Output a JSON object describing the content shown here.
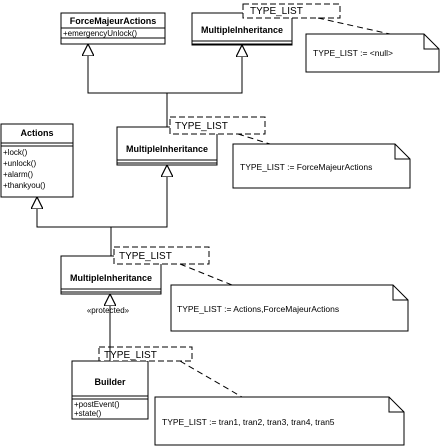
{
  "classes": {
    "force_majeur": {
      "name": "ForceMajeurActions",
      "methods": [
        "+emergencyUnlock()"
      ]
    },
    "mi_top": {
      "name": "MultipleInheritance",
      "template_param": "TYPE_LIST"
    },
    "actions": {
      "name": "Actions",
      "methods": [
        "+lock()",
        "+unlock()",
        "+alarm()",
        "+thankyou()"
      ]
    },
    "mi_mid": {
      "name": "MultipleInheritance",
      "template_param": "TYPE_LIST"
    },
    "mi_low": {
      "name": "MultipleInheritance",
      "template_param": "TYPE_LIST"
    },
    "builder": {
      "name": "Builder",
      "template_param": "TYPE_LIST",
      "methods": [
        "+postEvent()",
        "+state()"
      ]
    }
  },
  "notes": {
    "note1": "TYPE_LIST := <null>",
    "note2": "TYPE_LIST := ForceMajeurActions",
    "note3": "TYPE_LIST := Actions,ForceMajeurActions",
    "note4": "TYPE_LIST := tran1, tran2, tran3, tran4, tran5"
  },
  "stereotype": "«protected»",
  "colors": {
    "line": "#000000",
    "background": "#ffffff"
  }
}
